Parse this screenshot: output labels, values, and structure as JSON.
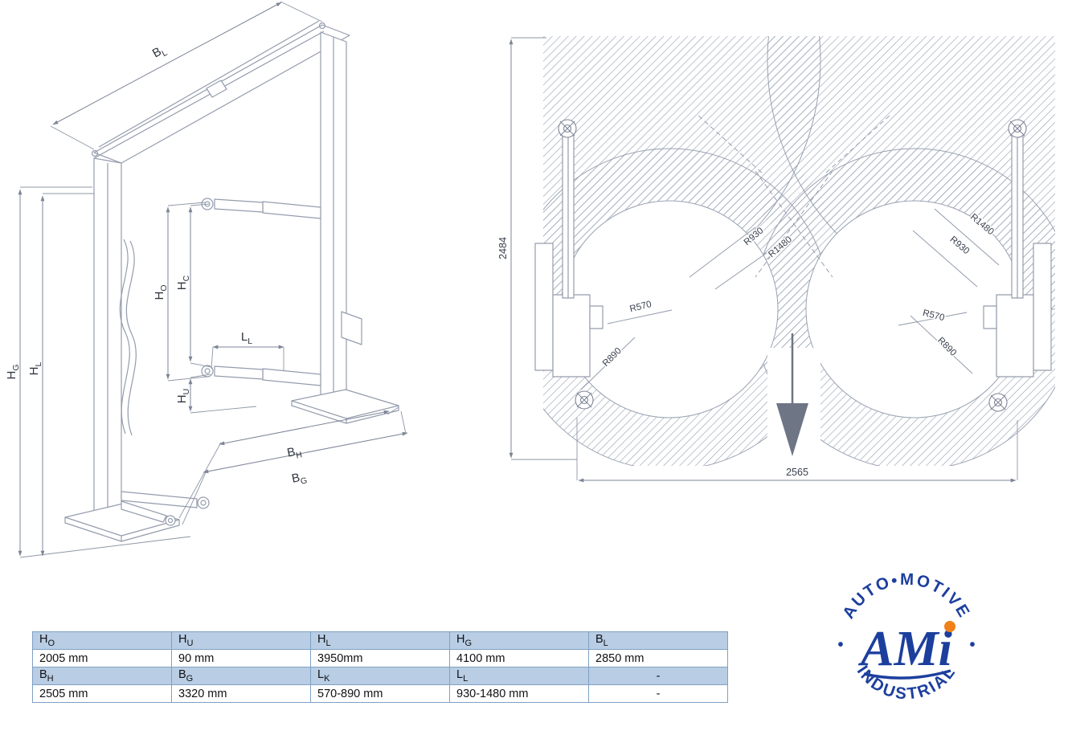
{
  "side_view": {
    "labels": {
      "bl": {
        "main": "B",
        "sub": "L"
      },
      "hg": {
        "main": "H",
        "sub": "G"
      },
      "hl": {
        "main": "H",
        "sub": "L"
      },
      "ho": {
        "main": "H",
        "sub": "O"
      },
      "hc": {
        "main": "H",
        "sub": "C"
      },
      "ll": {
        "main": "L",
        "sub": "L"
      },
      "hu": {
        "main": "H",
        "sub": "U"
      },
      "bh": {
        "main": "B",
        "sub": "H"
      },
      "bg": {
        "main": "B",
        "sub": "G"
      }
    }
  },
  "top_view": {
    "dim_height": "2484",
    "dim_width": "2565",
    "radii": {
      "left_r930": "R930",
      "left_r1480": "R1480",
      "left_r570": "R570",
      "left_r890": "R890",
      "right_r1480": "R1480",
      "right_r930": "R930",
      "right_r570": "R570",
      "right_r890": "R890"
    }
  },
  "spec_table": {
    "rows": [
      {
        "cells": [
          {
            "main": "H",
            "sub": "O"
          },
          {
            "main": "H",
            "sub": "U"
          },
          {
            "main": "H",
            "sub": "L"
          },
          {
            "main": "H",
            "sub": "G"
          },
          {
            "main": "B",
            "sub": "L"
          }
        ]
      },
      {
        "cells": [
          "2005 mm",
          "90 mm",
          "3950mm",
          "4100 mm",
          "2850 mm"
        ]
      },
      {
        "cells": [
          {
            "main": "B",
            "sub": "H"
          },
          {
            "main": "B",
            "sub": "G"
          },
          {
            "main": "L",
            "sub": "K"
          },
          {
            "main": "L",
            "sub": "L"
          },
          {
            "main": "-",
            "sub": ""
          }
        ]
      },
      {
        "cells": [
          "2505 mm",
          "3320 mm",
          "570-890 mm",
          "930-1480 mm",
          "-"
        ]
      }
    ]
  },
  "logo": {
    "arc_top": "AUTO•MOTIVE",
    "arc_bottom": "INDUSTRIAL",
    "monogram": "AMi",
    "side_dot": "•",
    "colors": {
      "blue": "#1c3f9e",
      "orange": "#f08019"
    }
  },
  "colors": {
    "line": "#949cac",
    "dim": "#7d8597",
    "hatch_line": "#9aa4b4",
    "table_header_bg": "#b9cde4",
    "table_border": "#7fa1c4",
    "arrow_fill": "#6e7584"
  }
}
